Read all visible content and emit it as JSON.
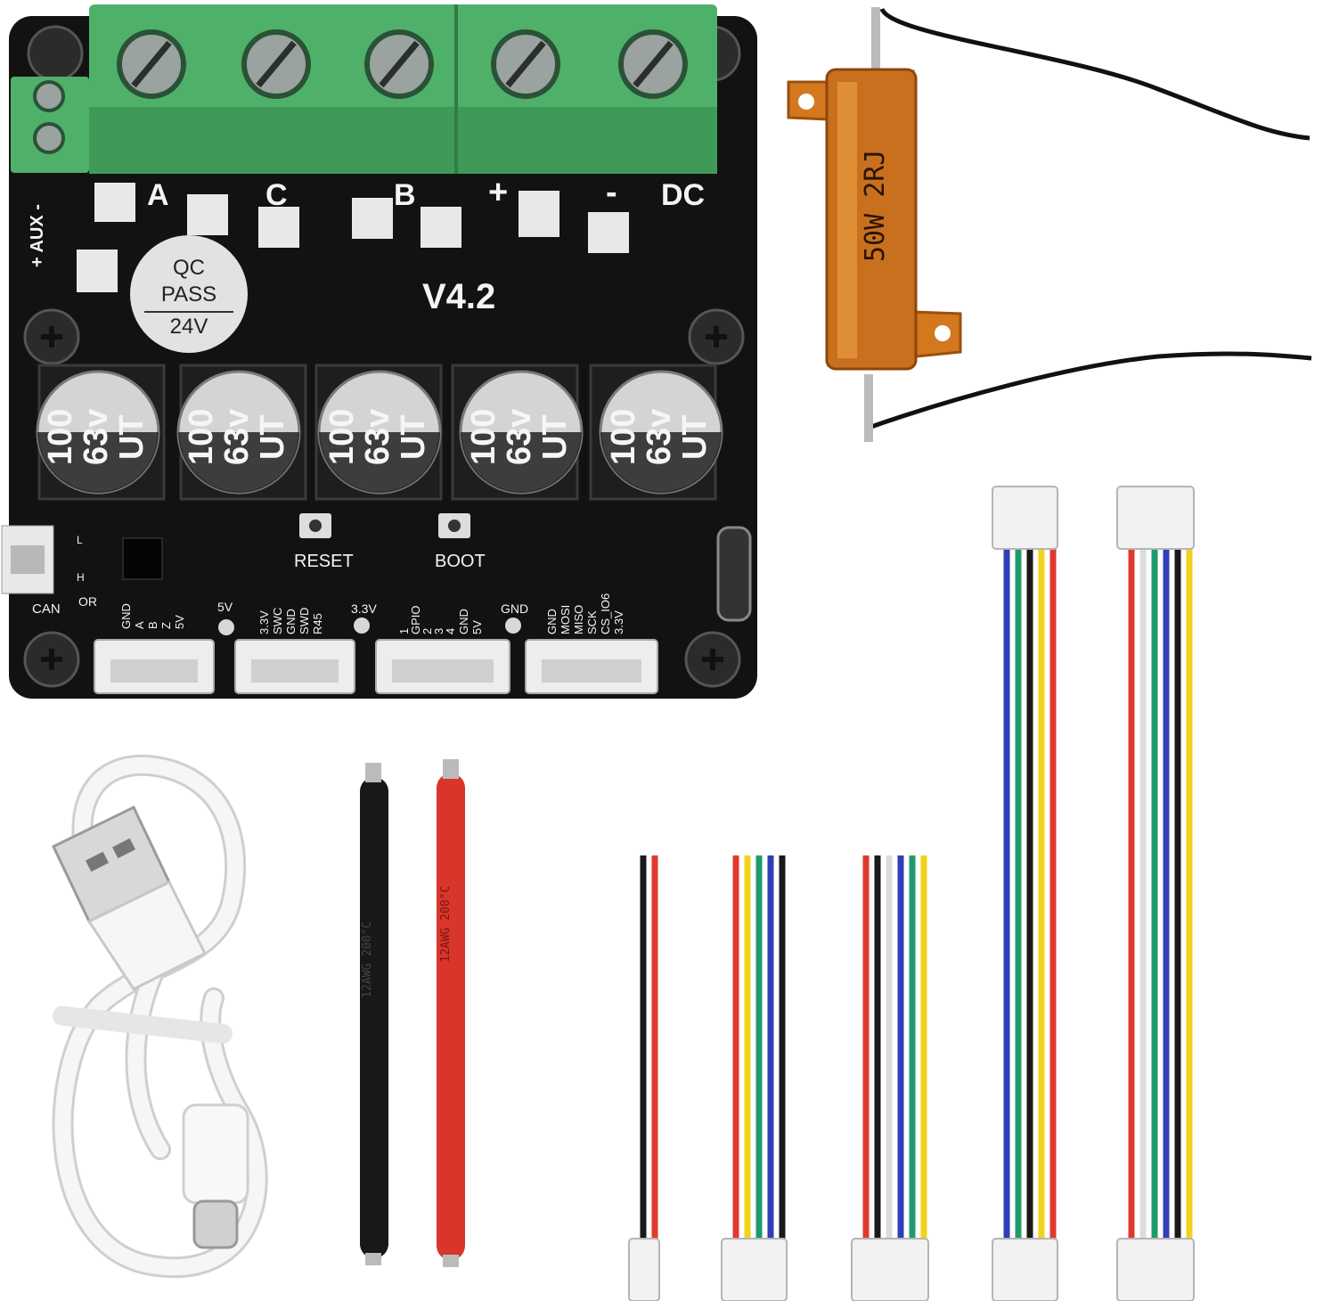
{
  "board": {
    "terminal_labels": [
      "A",
      "C",
      "B",
      "+",
      "-",
      "DC"
    ],
    "aux_label": "+ AUX -",
    "version": "V4.2",
    "qc_sticker": {
      "line1": "QC",
      "line2": "PASS",
      "line3": "24V"
    },
    "capacitor": {
      "value": "100",
      "voltage": "63v",
      "series": "UT"
    },
    "reset_label": "RESET",
    "boot_label": "BOOT",
    "can_label": "CAN",
    "can_pins": [
      "L",
      "H"
    ],
    "or_label": "OR",
    "test_points": [
      "5V",
      "3.3V",
      "GND"
    ],
    "header_pins": {
      "encoder": [
        "GND",
        "A",
        "B",
        "Z",
        "5V"
      ],
      "swd": [
        "3.3V",
        "SWC",
        "GND",
        "SWD",
        "R45"
      ],
      "gpio": [
        "1",
        "GPIO",
        "2",
        "3",
        "4",
        "GND",
        "5V"
      ],
      "spi": [
        "GND",
        "MOSI",
        "MISO",
        "SCK",
        "CS_IO6",
        "3.3V"
      ]
    }
  },
  "resistor": {
    "marking": "50W 2RJ",
    "body_color": "#c8701e"
  },
  "silicone_wire": {
    "marking": "12AWG 200°C",
    "colors": [
      "#1a1a1a",
      "#d8362a"
    ]
  },
  "jumper_cables": [
    {
      "pins": 2,
      "colors": [
        "#1a1a1a",
        "#e03a2e"
      ]
    },
    {
      "pins": 5,
      "colors": [
        "#e03a2e",
        "#f2d21c",
        "#1f9a6e",
        "#2f3fb8",
        "#1a1a1a"
      ]
    },
    {
      "pins": 6,
      "colors": [
        "#e03a2e",
        "#1a1a1a",
        "#f1f1f1",
        "#2f3fb8",
        "#1f9a6e",
        "#f2d21c"
      ]
    },
    {
      "pins": 5,
      "colors": [
        "#2f3fb8",
        "#1f9a6e",
        "#1a1a1a",
        "#f2d21c",
        "#e03a2e"
      ]
    },
    {
      "pins": 6,
      "colors": [
        "#e03a2e",
        "#f1f1f1",
        "#1f9a6e",
        "#2f3fb8",
        "#1a1a1a",
        "#f2d21c"
      ]
    }
  ],
  "usb_cable": {
    "color": "#f4f4f4",
    "plug_a": "USB-A",
    "plug_c": "USB-C"
  }
}
